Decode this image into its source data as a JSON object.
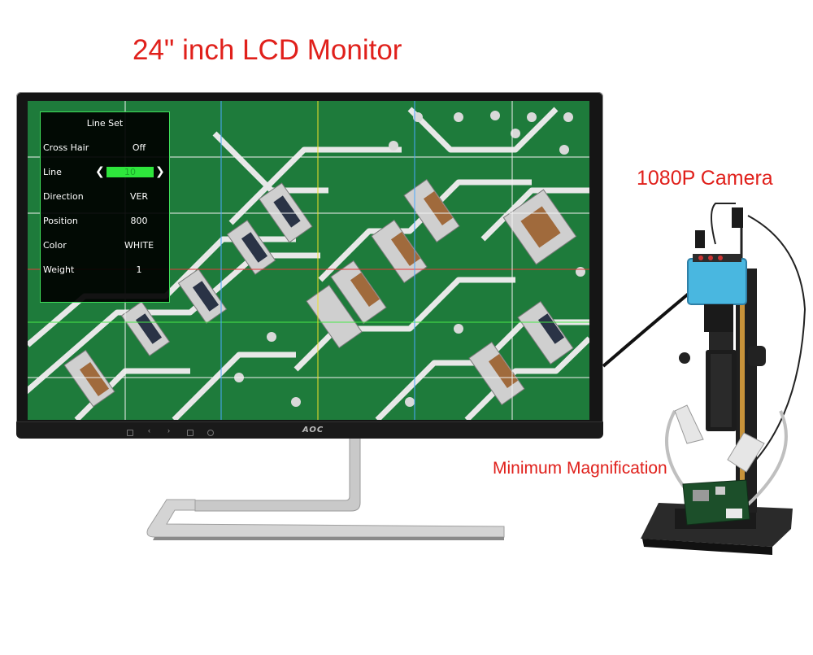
{
  "captions": {
    "title": "24\" inch LCD Monitor",
    "camera": "1080P Camera",
    "magnification": "Minimum Magnification"
  },
  "monitor": {
    "brand": "AOC"
  },
  "osd": {
    "title": "Line Set",
    "items": [
      {
        "label": "Cross Hair",
        "value": "Off"
      },
      {
        "label": "Line",
        "value": "10"
      },
      {
        "label": "Direction",
        "value": "VER"
      },
      {
        "label": "Position",
        "value": "800"
      },
      {
        "label": "Color",
        "value": "WHITE"
      },
      {
        "label": "Weight",
        "value": "1"
      }
    ],
    "selected_index": 1,
    "frame_color": "#3fe05a",
    "highlight_color": "#2ee63c"
  },
  "colors": {
    "caption": "#e0201b",
    "pcb": "#1f7a3c",
    "camera_body": "#49b7e0"
  }
}
